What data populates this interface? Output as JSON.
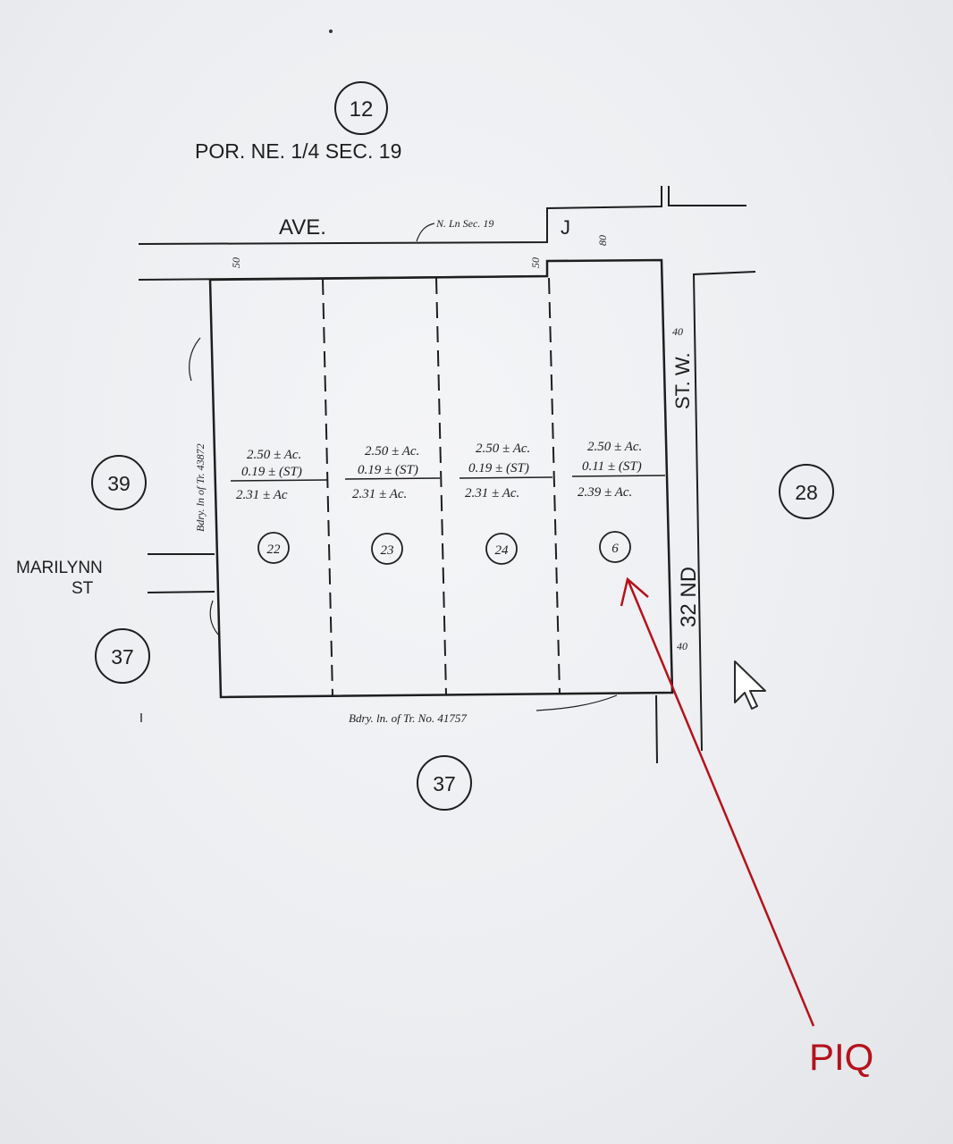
{
  "header": {
    "section_number": "12",
    "section_label": "POR. NE. 1/4 SEC. 19"
  },
  "streets": {
    "ave_label": "AVE.",
    "ave_letter": "J",
    "section_line_label": "N. Ln Sec. 19",
    "st_w_label": "ST. W.",
    "nd_label": "32 ND",
    "marilynn_line1": "MARILYNN",
    "marilynn_line2": "ST"
  },
  "dimensions": {
    "ave_left": "50",
    "ave_mid": "50",
    "ave_right": "80",
    "st_top": "40",
    "st_bottom": "40"
  },
  "boundaries": {
    "left": "Bdry. ln of Tr. 43872",
    "bottom": "Bdry. ln. of Tr. No. 41757"
  },
  "adjacent_parcels": [
    {
      "number": "39"
    },
    {
      "number": "37"
    },
    {
      "number": "28"
    },
    {
      "number": "37"
    }
  ],
  "parcels": [
    {
      "number": "22",
      "gross": "2.50 ± Ac.",
      "street": "0.19 ± (ST)",
      "net": "2.31 ± Ac"
    },
    {
      "number": "23",
      "gross": "2.50 ± Ac.",
      "street": "0.19 ± (ST)",
      "net": "2.31 ± Ac."
    },
    {
      "number": "24",
      "gross": "2.50 ± Ac.",
      "street": "0.19 ± (ST)",
      "net": "2.31 ± Ac."
    },
    {
      "number": "6",
      "gross": "2.50 ± Ac.",
      "street": "0.11 ± (ST)",
      "net": "2.39 ± Ac."
    }
  ],
  "annotation": {
    "label": "PIQ",
    "color": "#b5121b"
  }
}
